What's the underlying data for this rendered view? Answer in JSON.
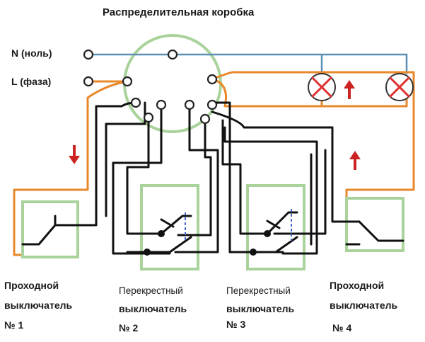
{
  "title": "Распределительная коробка",
  "terminals": {
    "neutral_label": "N (ноль)",
    "phase_label": "L (фаза)"
  },
  "switches": [
    {
      "line1": "Проходной",
      "line2": "выключатель",
      "number": "№ 1"
    },
    {
      "line1": "Перекрестный",
      "line2": "выключатель",
      "number": "№ 2"
    },
    {
      "line1": "Перекрестный",
      "line2": "выключатель",
      "number": "№ 3"
    },
    {
      "line1": "Проходной",
      "line2": "выключатель",
      "number": "№ 4"
    }
  ],
  "colors": {
    "phase_wire": "#e8882a",
    "neutral_wire": "#5b8fb5",
    "signal_wire": "#111111",
    "junction_box": "#a9d39a",
    "switch_frame": "#a9d39a",
    "arrow": "#cc2222",
    "lamp_cross": "#e03030"
  },
  "icons": {
    "lamp": "lamp-icon",
    "current_arrow": "arrow-icon"
  }
}
